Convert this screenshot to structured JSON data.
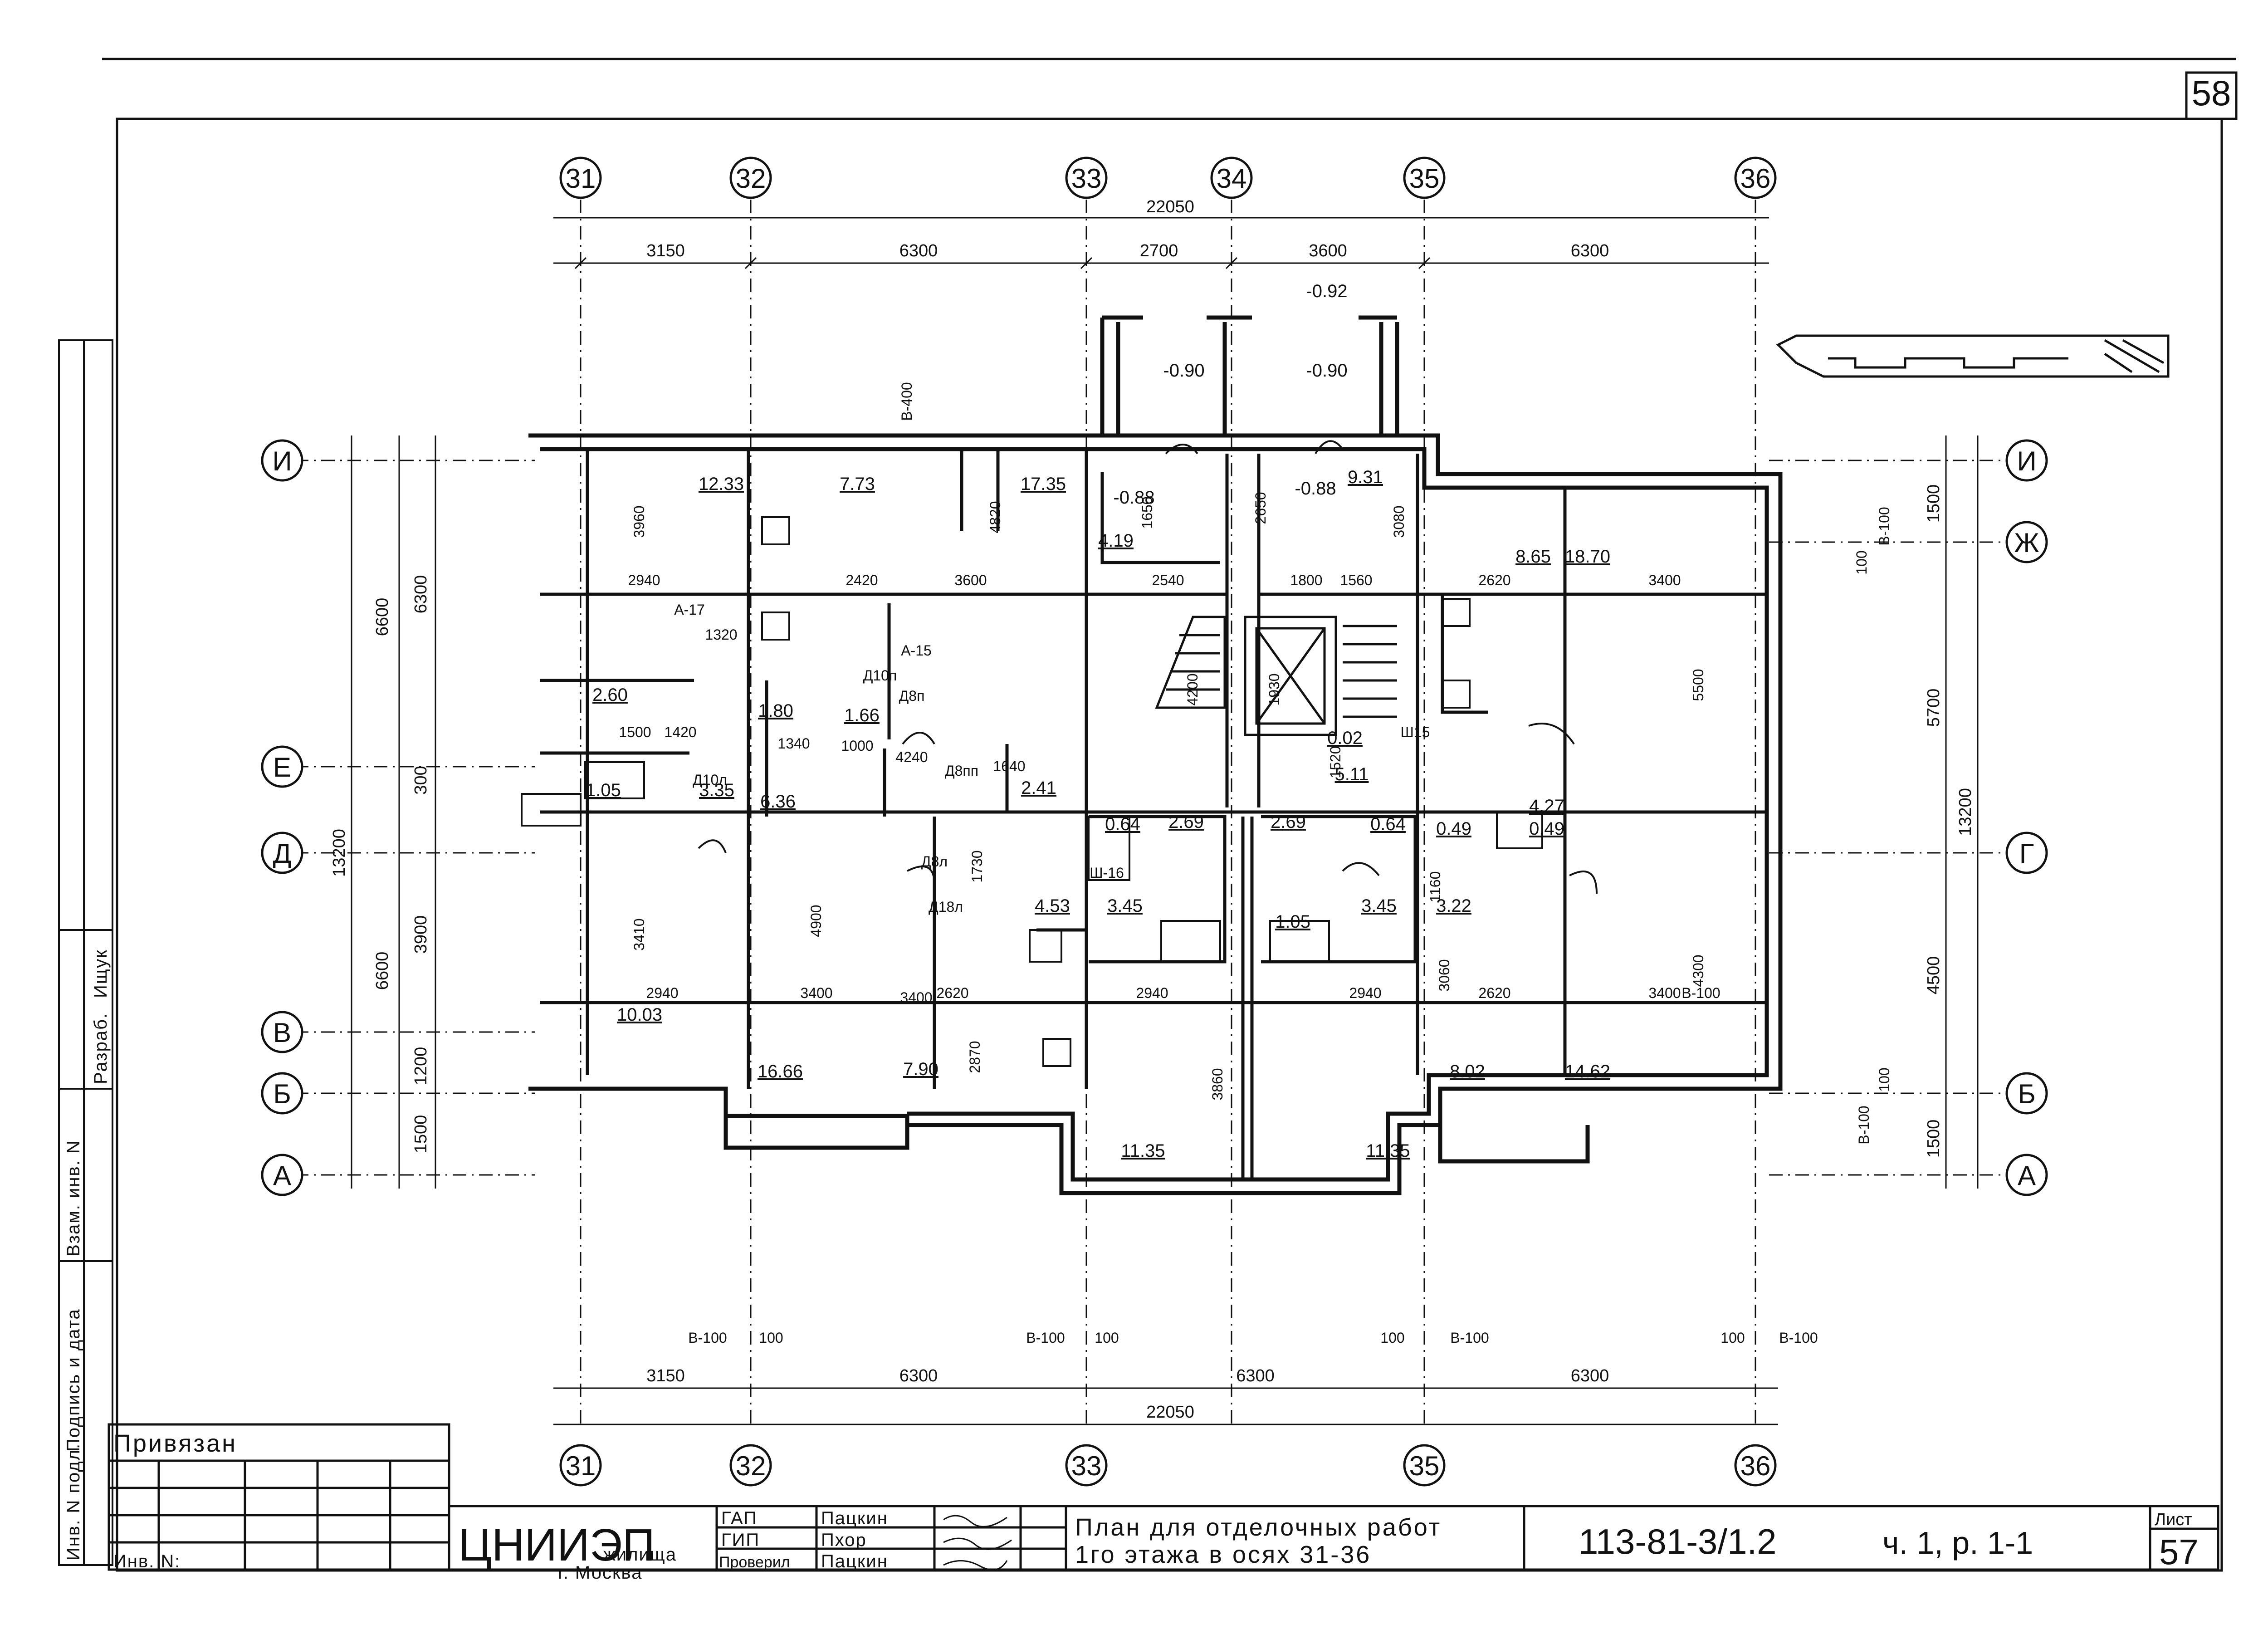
{
  "sheet": {
    "page_top_number": "58",
    "sheet_label": "Лист",
    "sheet_number": "57"
  },
  "axes": {
    "vertical": [
      "31",
      "32",
      "33",
      "34",
      "35",
      "36"
    ],
    "bottom_vertical": [
      "31",
      "32",
      "33",
      "35",
      "36"
    ],
    "left": [
      "И",
      "Е",
      "Д",
      "В",
      "Б",
      "А"
    ],
    "right": [
      "И",
      "Ж",
      "Г",
      "Б",
      "А"
    ]
  },
  "dimensions": {
    "top_total": "22050",
    "top_spans": [
      "3150",
      "6300",
      "2700",
      "3600",
      "6300"
    ],
    "bottom_total": "22050",
    "bottom_spans": [
      "3150",
      "6300",
      "6300",
      "6300"
    ],
    "bottom_offsets": [
      "В-100",
      "100",
      "В-100",
      "100",
      "100",
      "В-100",
      "100",
      "В-100"
    ],
    "left_outer": [
      "6600",
      "13200",
      "6600"
    ],
    "left_inner": [
      "6300",
      "300",
      "3900",
      "1200",
      "1500"
    ],
    "right_outer": [
      "13200"
    ],
    "right_inner": [
      "1500",
      "5700",
      "4500",
      "1500"
    ],
    "right_offsets": [
      "100",
      "В-100",
      "В-100",
      "100"
    ],
    "left_top_offset": "В-400"
  },
  "areas": [
    "12.33",
    "7.73",
    "17.35",
    "4.19",
    "9.31",
    "8.65",
    "18.70",
    "2.60",
    "1.80",
    "1.66",
    "6.36",
    "2.41",
    "3.35",
    "0.64",
    "2.69",
    "2.69",
    "0.64",
    "5.11",
    "0.02",
    "0.49",
    "4.27",
    "0.49",
    "4.53",
    "3.45",
    "3.45",
    "3.22",
    "10.03",
    "16.66",
    "7.90",
    "11.35",
    "11.35",
    "8.02",
    "14.62",
    "1.05",
    "1.05"
  ],
  "elevations": [
    "-0.92",
    "-0.90",
    "-0.90",
    "-0.88",
    "-0.88"
  ],
  "marks": [
    "А-17",
    "А-15",
    "Д8п",
    "Д8пп",
    "Д8л",
    "Д18л",
    "Д10л",
    "Д10п",
    "Ш-16",
    "Ш15",
    "В-100"
  ],
  "interior_dims": [
    "3960",
    "4820",
    "3080",
    "2650",
    "1650",
    "2940",
    "2420",
    "3600",
    "2540",
    "1800",
    "1560",
    "2620",
    "3400",
    "3400",
    "1320",
    "1420",
    "1500",
    "1000",
    "1340",
    "4240",
    "1640",
    "1520",
    "4200",
    "1930",
    "5500",
    "4300",
    "3410",
    "4900",
    "1730",
    "3860",
    "2940",
    "3400",
    "2620",
    "2940",
    "2940",
    "3060",
    "2620",
    "3400",
    "2870",
    "1160"
  ],
  "title_block": {
    "attached": "Привязан",
    "inv_no": "Инв. N:",
    "org_name": "ЦНИИЭП",
    "org_sub": "жилища",
    "city": "г. Москва",
    "roles": [
      "ГАП",
      "ГИП",
      "Проверил"
    ],
    "names": [
      "Пацкин",
      "Пхор",
      "Пацкин"
    ],
    "title_line1": "План для отделочных работ",
    "title_line2": "1го этажа в осях 31-36",
    "code": "113-81-3/1.2",
    "part": "ч. 1, р. 1-1"
  },
  "side_stamp": {
    "labels": [
      "Инв. N подл.",
      "Подпись и дата",
      "Взам. инв. N",
      "Разраб."
    ],
    "developer": "Ищук"
  }
}
